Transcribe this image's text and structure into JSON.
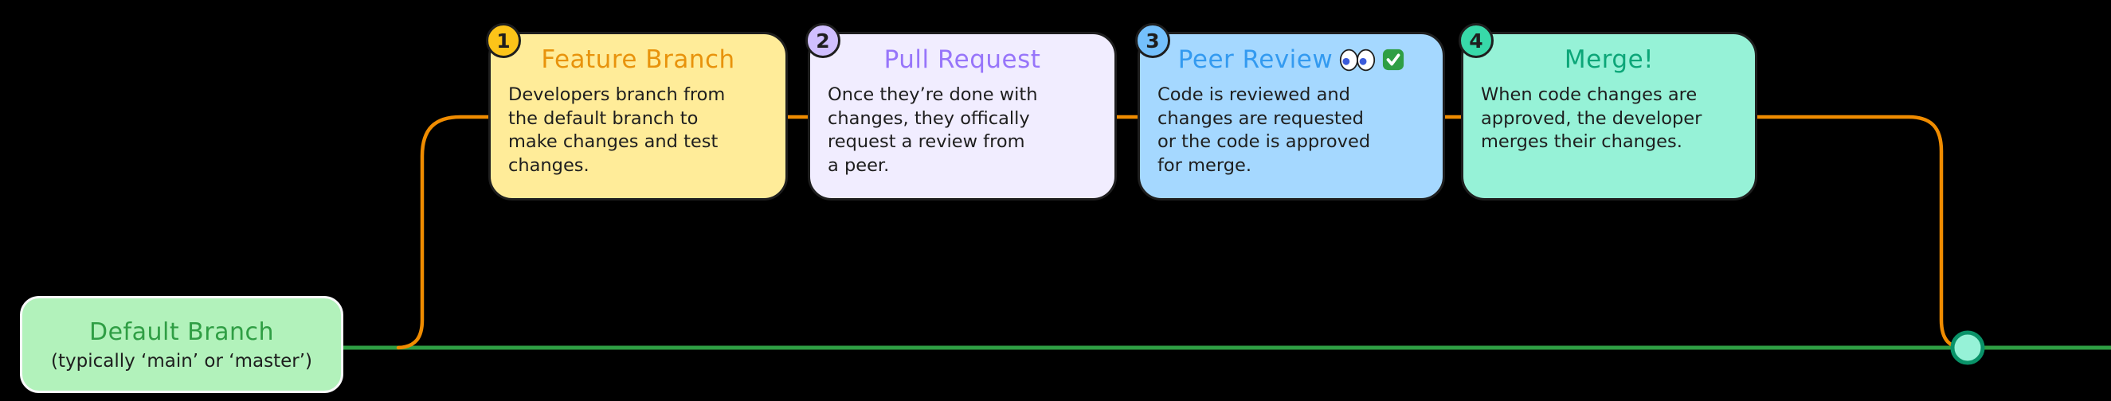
{
  "colors": {
    "background": "#000000",
    "branch_line": "#2f9e44",
    "feature_line": "#f08c00",
    "merge_node_fill": "#96f2d7",
    "merge_node_stroke": "#099268"
  },
  "default_branch": {
    "title": "Default Branch",
    "subtitle": "(typically ‘main’ or ‘master’)",
    "fill": "#b2f2bb",
    "title_color": "#2f9e44"
  },
  "steps": [
    {
      "num": "1",
      "title": "Feature Branch",
      "body": "Developers branch from\nthe default branch to\nmake changes and test\nchanges.",
      "fill": "#ffec99",
      "badge": "#fcc419",
      "title_color": "#e8930c"
    },
    {
      "num": "2",
      "title": "Pull Request",
      "body": "Once they’re done with\nchanges, they offically\nrequest a review from\na peer.",
      "fill": "#f1edff",
      "badge": "#d0bfff",
      "title_color": "#9775fa"
    },
    {
      "num": "3",
      "title": "Peer Review",
      "emojis": "👀 ✅",
      "body": "Code is reviewed and\nchanges are requested\nor the code is approved\nfor merge.",
      "fill": "#a5d8ff",
      "badge": "#74c0fc",
      "title_color": "#339af0"
    },
    {
      "num": "4",
      "title": "Merge!",
      "body": "When code changes are\napproved, the developer\nmerges their changes.",
      "fill": "#96f2d7",
      "badge": "#38d9a9",
      "title_color": "#0ca678"
    }
  ]
}
